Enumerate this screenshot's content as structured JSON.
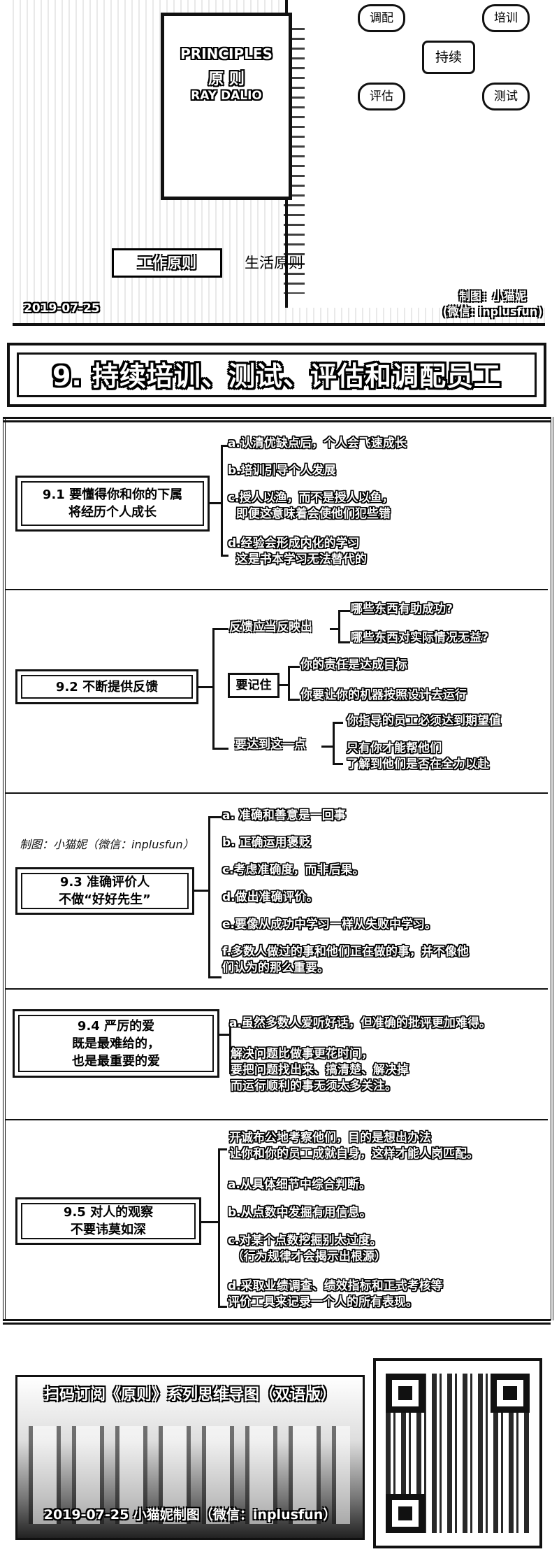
{
  "hero": {
    "book_title_en": "PRINCIPLES",
    "book_title_cn": "原 则",
    "book_author": "RAY DALIO",
    "tab_work": "工作原则",
    "tab_life": "生活原则",
    "cycle_center": "持续",
    "cycle_items": [
      "调配",
      "培训",
      "评估",
      "测试"
    ],
    "date": "2019-07-25",
    "credit_line1": "制图：小猫妮",
    "credit_line2": "(微信: inplusfun)"
  },
  "section_title": "9. 持续培训、测试、评估和调配员工",
  "side_credit": "制图：小猫妮（微信：inplusfun）",
  "sections": [
    {
      "node": "9.1 要懂得你和你的下属\n将经历个人成长",
      "leaves": [
        "a.认清优缺点后，个人会飞速成长",
        "b.培训引导个人发展",
        "c.授人以渔，而不是授人以鱼，\n  即便这意味着会使他们犯些错",
        "d.经验会形成内化的学习\n  这是书本学习无法替代的"
      ]
    },
    {
      "node": "9.2 不断提供反馈",
      "groups": [
        {
          "label": "反馈应当反映出",
          "items": [
            "哪些东西有助成功?",
            "哪些东西对实际情况无益?"
          ]
        },
        {
          "label": "要记住",
          "items": [
            "你的责任是达成目标",
            "你要让你的机器按照设计去运行"
          ]
        },
        {
          "label": "要达到这一点",
          "items": [
            "你指导的员工必须达到期望值",
            "只有你才能帮他们\n了解到他们是否在全力以赴"
          ]
        }
      ]
    },
    {
      "node": "9.3 准确评价人\n不做“好好先生”",
      "leaves": [
        "a. 准确和善意是一回事",
        "b. 正确运用褒贬",
        "c.考虑准确度，而非后果。",
        "d.做出准确评价。",
        "e.要像从成功中学习一样从失败中学习。",
        "f.多数人做过的事和他们正在做的事，并不像他\n们认为的那么重要。"
      ]
    },
    {
      "node": "9.4 严厉的爱\n既是最难给的，\n也是最重要的爱",
      "leaves": [
        "a.虽然多数人爱听好话，但准确的批评更加难得。",
        "解决问题比做事更花时间，\n要把问题找出来、搞清楚、解决掉\n而运行顺利的事无须太多关注。"
      ]
    },
    {
      "node": "9.5 对人的观察\n不要讳莫如深",
      "leaves": [
        "开诚布公地考察他们，目的是想出办法\n让你和你的员工成就自身，这样才能人岗匹配。",
        "a.从具体细节中综合判断。",
        "b.从点数中发掘有用信息。",
        "c.对某个点数挖掘别太过度。\n （行为规律才会揭示出根源）",
        "d.采取业绩调查、绩效指标和正式考核等\n评价工具来记录一个人的所有表现。"
      ]
    }
  ],
  "footer": {
    "caption": "扫码订阅《原则》系列思维导图（双语版）",
    "date_credit": "2019-07-25 小猫妮制图（微信：inplusfun）"
  }
}
